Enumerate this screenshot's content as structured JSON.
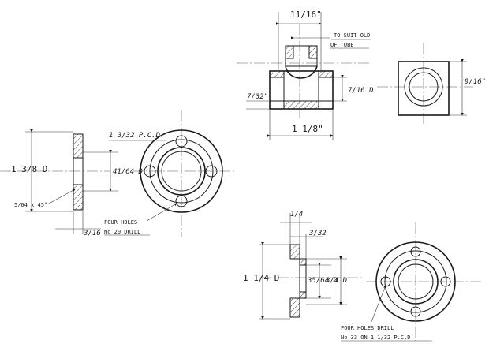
{
  "top_tee": {
    "width_label": "11/16\"",
    "note_line1": "TO SUIT OLD",
    "note_line2": "OF TUBE",
    "height_label": "7/16 D",
    "wall_label": "7/32\"",
    "length_label": "1 1/8\"",
    "side_label": "9/16\""
  },
  "left_flange": {
    "diameter_label": "1 3/8 D",
    "pcd_label": "1 3/32 P.C.D.",
    "bore_label": "41/64 D",
    "chamfer_label": "5/64 x 45°",
    "thickness_label": "3/16",
    "holes_line1": "FOUR HOLES",
    "holes_line2": "No 20 DRILL"
  },
  "lower_flange": {
    "top_label": "1/4",
    "step_label": "3/32",
    "diameter_label": "1 1/4 D",
    "bore_label": "35/64 D",
    "spigot_label": "3/4 D",
    "holes_line1": "FOUR HOLES DRILL",
    "holes_line2": "No 33 ON 1 1/32 P.C.D."
  }
}
